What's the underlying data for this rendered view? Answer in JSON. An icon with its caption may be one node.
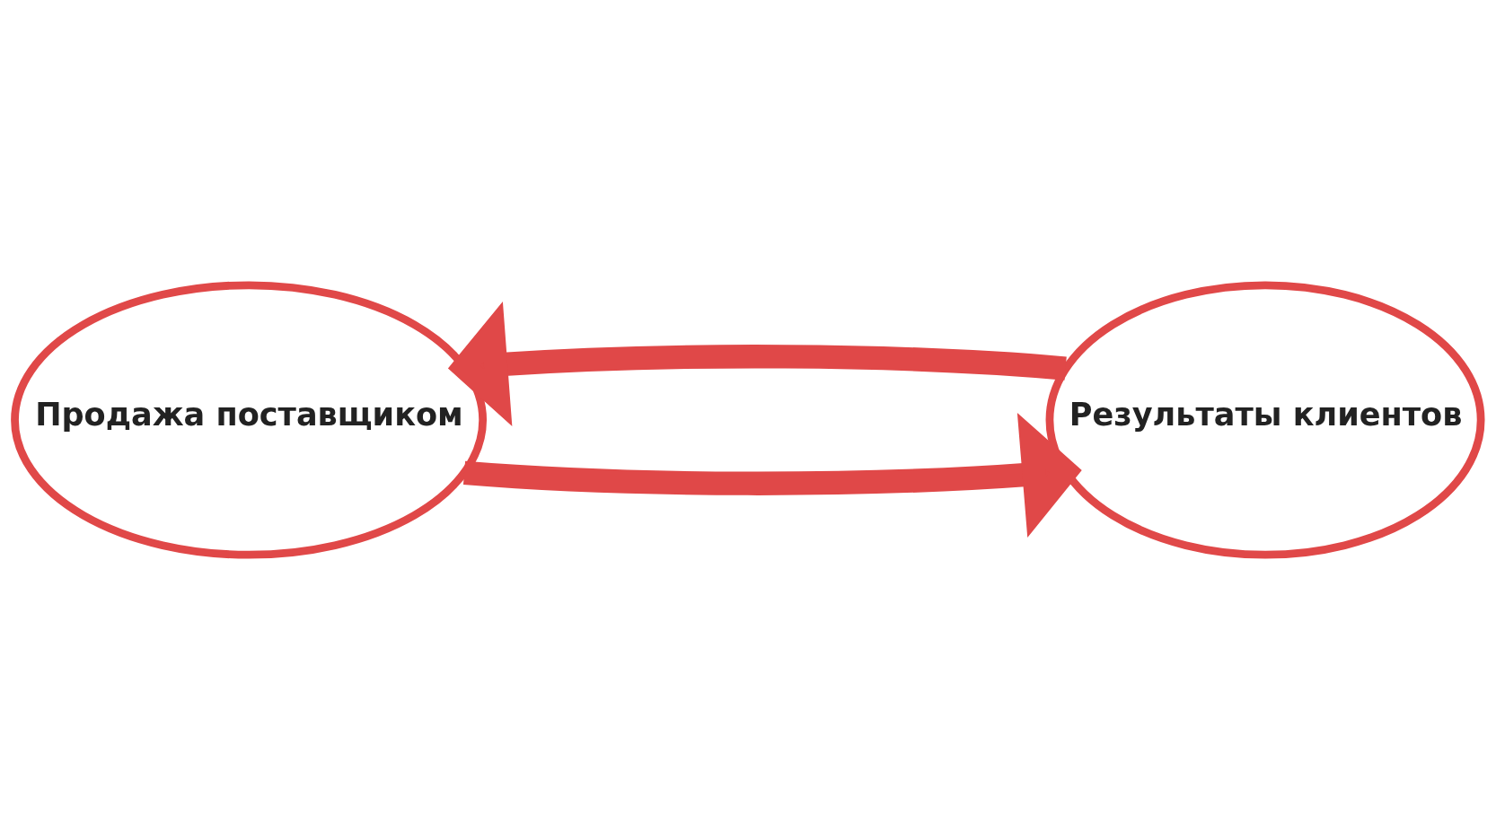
{
  "diagram": {
    "nodes": [
      {
        "text": [
          "Продажа поставщиком"
        ]
      },
      {
        "text": [
          "Результаты клиентов"
        ]
      }
    ],
    "edges": [
      {
        "from": 0,
        "to": 1,
        "arrow": "to"
      },
      {
        "from": 1,
        "to": 0,
        "arrow": "to"
      }
    ]
  }
}
